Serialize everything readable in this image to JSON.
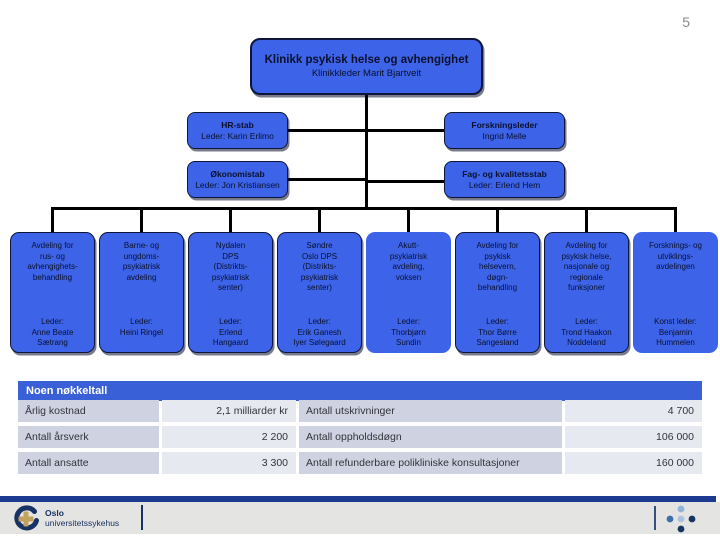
{
  "page": {
    "number": "5"
  },
  "colors": {
    "box_fill": "#3d64e8",
    "box_border": "#0e1538",
    "box_text": "#0a102e",
    "table_header_bg": "#3a60d8",
    "table_label_bg": "#cfd3e1",
    "table_value_bg": "#e7e9f1",
    "footer_bar": "#1c3a90",
    "footer_band": "#e4e4e2",
    "logo_navy": "#173263",
    "logo_gold": "#c2a35c"
  },
  "orgchart": {
    "root": {
      "title": "Klinikk psykisk helse og avhengighet",
      "subtitle": "Klinikkleder Marit Bjartveit"
    },
    "staff": {
      "hr": {
        "title": "HR-stab",
        "leader": "Leder: Karin Erlimo"
      },
      "okonomi": {
        "title": "Økonomistab",
        "leader": "Leder: Jon Kristiansen"
      },
      "forskning": {
        "title": "Forskningsleder",
        "leader": "Ingrid Melle"
      },
      "fag": {
        "title": "Fag- og kvalitetsstab",
        "leader": "Leder: Erlend Hem"
      }
    },
    "departments": [
      {
        "title": "Avdeling for\nrus- og\navhengighets-\nbehandling",
        "leader": "Leder:\nAnne Beate\nSætrang"
      },
      {
        "title": "Barne- og\nungdoms-\npsykiatrisk\navdeling",
        "leader": "Leder:\nHeini Ringel"
      },
      {
        "title": "Nydalen\nDPS\n(Distrikts-\npsykiatrisk\nsenter)",
        "leader": "Leder:\nErlend\nHangaard"
      },
      {
        "title": "Søndre\nOslo DPS\n(Distrikts-\npsykiatrisk\nsenter)",
        "leader": "Leder:\nErik Ganesh\nIyer Sølegaard"
      },
      {
        "title": "Akutt-\npsykiatrisk\navdeling,\nvoksen",
        "leader": "Leder:\nThorbjørn\nSundin"
      },
      {
        "title": "Avdeling for\npsykisk\nhelsevern,\ndøgn-\nbehandling",
        "leader": "Leder:\nThor Børre\nSangesland"
      },
      {
        "title": "Avdeling for\npsykisk helse,\nnasjonale og\nregionale\nfunksjoner",
        "leader": "Leder:\nTrond Haakon\nNoddeland"
      },
      {
        "title": "Forsknings- og\nutviklings-\navdelingen",
        "leader": "Konst leder:\nBenjamin\nHummelen"
      }
    ]
  },
  "table": {
    "title": "Noen nøkkeltall",
    "rows": [
      {
        "label_left": "Årlig kostnad",
        "value_left": "2,1 milliarder kr",
        "label_right": "Antall utskrivninger",
        "value_right": "4 700"
      },
      {
        "label_left": "Antall årsverk",
        "value_left": "2 200",
        "label_right": "Antall oppholdsdøgn",
        "value_right": "106 000"
      },
      {
        "label_left": "Antall ansatte",
        "value_left": "3 300",
        "label_right": "Antall refunderbare polikliniske konsultasjoner",
        "value_right": "160 000"
      }
    ]
  },
  "footer": {
    "logo_line1": "Oslo",
    "logo_line2": "universitetssykehus"
  }
}
